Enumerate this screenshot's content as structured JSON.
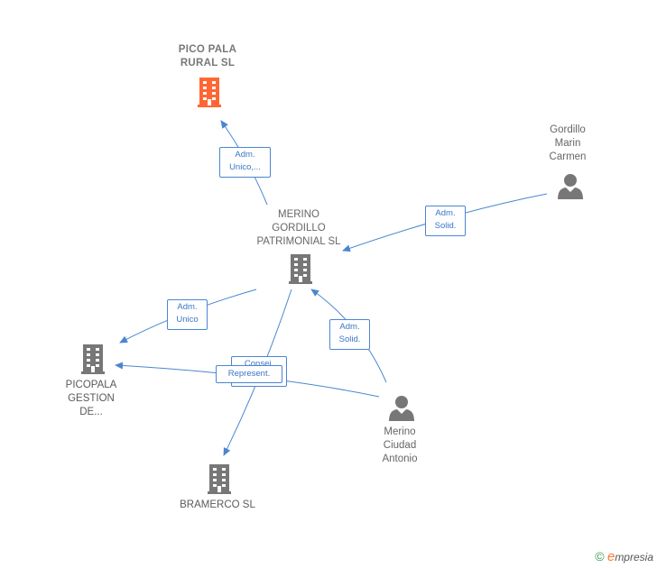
{
  "nodes": {
    "pico_pala": {
      "label": "PICO PALA\nRURAL  SL",
      "type": "company",
      "color": "#ff6633"
    },
    "merino_gordillo": {
      "label": "MERINO\nGORDILLO\nPATRIMONIAL SL",
      "type": "company",
      "color": "#777777"
    },
    "picopala_gestion": {
      "label": "PICOPALA\nGESTION\nDE...",
      "type": "company",
      "color": "#777777"
    },
    "bramerco": {
      "label": "BRAMERCO SL",
      "type": "company",
      "color": "#777777"
    },
    "gordillo_marin": {
      "label": "Gordillo\nMarin\nCarmen",
      "type": "person",
      "color": "#777777"
    },
    "merino_ciudad": {
      "label": "Merino\nCiudad\nAntonio",
      "type": "person",
      "color": "#777777"
    }
  },
  "edges": [
    {
      "label": "Adm.\nUnico,...",
      "from": "merino_gordillo",
      "to": "pico_pala"
    },
    {
      "label": "Adm.\nSolid.",
      "from": "gordillo_marin",
      "to": "merino_gordillo"
    },
    {
      "label": "Adm.\nUnico",
      "from": "merino_gordillo",
      "to": "picopala_gestion"
    },
    {
      "label": "Adm.\nSolid.",
      "from": "merino_ciudad",
      "to": "merino_gordillo"
    },
    {
      "label": "Consej.",
      "from": "merino_gordillo",
      "to": "bramerco"
    },
    {
      "label": "Represent.",
      "from": "merino_ciudad",
      "to": "picopala_gestion"
    }
  ],
  "colors": {
    "edge": "#4a86d0",
    "icon_gray": "#777777",
    "icon_accent": "#ff6633"
  },
  "footer": {
    "copyright": "©",
    "brand_initial": "e",
    "brand_rest": "mpresia"
  }
}
